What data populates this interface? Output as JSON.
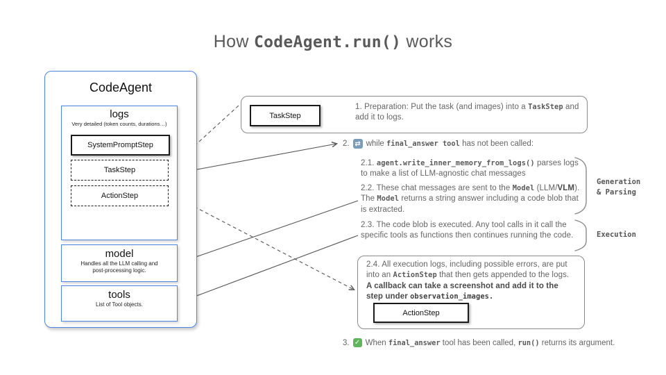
{
  "colors": {
    "accent_blue": "#4a86e8",
    "border_gray": "#8a8a8a",
    "text_gray": "#646464",
    "loop_icon_bg": "#7b9cb8",
    "check_icon_bg": "#5fb65a"
  },
  "title": {
    "prefix": "How ",
    "code": "CodeAgent.run()",
    "suffix": " works"
  },
  "agent": {
    "title": "CodeAgent",
    "logs": {
      "title": "logs",
      "subtitle": "Very detailed (token counts, durations…)",
      "steps": [
        {
          "label": "SystemPromptStep",
          "variant": "solid"
        },
        {
          "label": "TaskStep",
          "variant": "dashed"
        },
        {
          "label": "ActionStep",
          "variant": "dashed"
        }
      ]
    },
    "model": {
      "title": "model",
      "subtitle_line1": "Handles all the LLM calling and",
      "subtitle_line2": "post-processing logic."
    },
    "tools": {
      "title": "tools",
      "subtitle": "List of Tool objects."
    }
  },
  "flow": {
    "step1": {
      "box_label": "TaskStep",
      "rich": [
        {
          "t": "1.  Preparation: Put the task (and images) into a ",
          "s": "sans"
        },
        {
          "t": "TaskStep",
          "s": "mono"
        },
        {
          "t": " and add it to logs.",
          "s": "sans"
        }
      ]
    },
    "step2": {
      "num": "2.",
      "icon_glyph": "⇄",
      "rich": [
        {
          "t": "while ",
          "s": "sans"
        },
        {
          "t": "final_answer tool",
          "s": "mono"
        },
        {
          "t": " has not been called:",
          "s": "sans"
        }
      ]
    },
    "sub21": {
      "rich": [
        {
          "t": "2.1. ",
          "s": "sans"
        },
        {
          "t": "agent.write_inner_memory_from_logs()",
          "s": "mono"
        },
        {
          "t": " parses logs to make a list of LLM-agnostic chat messages",
          "s": "sans"
        }
      ]
    },
    "sub22": {
      "rich": [
        {
          "t": "2.2. These chat messages are sent to the ",
          "s": "sans"
        },
        {
          "t": "Model",
          "s": "mono"
        },
        {
          "t": " (LLM/",
          "s": "sans"
        },
        {
          "t": "VLM",
          "s": "sansb"
        },
        {
          "t": "). The ",
          "s": "sans"
        },
        {
          "t": "Model",
          "s": "mono"
        },
        {
          "t": " returns a string answer including a code blob that is extracted.",
          "s": "sans"
        }
      ]
    },
    "generation_label": {
      "line1": "Generation",
      "line2": "& Parsing"
    },
    "sub23": {
      "rich": [
        {
          "t": "2.3. The code blob is executed. Any tool calls in it call the specific tools as functions then continues running the code.",
          "s": "sans"
        }
      ]
    },
    "execution_label": "Execution",
    "sub24": {
      "box_label": "ActionStep",
      "rich": [
        {
          "t": "2.4. All execution logs, including possible errors, are put into an ",
          "s": "sans"
        },
        {
          "t": "ActionStep",
          "s": "mono"
        },
        {
          "t": " that then gets appended to the logs. ",
          "s": "sans"
        },
        {
          "t": "A callback can take a screenshot and add it to the step under ",
          "s": "sansb"
        },
        {
          "t": "observation_images.",
          "s": "monob"
        }
      ]
    },
    "step3": {
      "num": "3.",
      "icon_glyph": "✓",
      "rich": [
        {
          "t": "When ",
          "s": "sans"
        },
        {
          "t": "final_answer",
          "s": "mono"
        },
        {
          "t": " tool has been called, ",
          "s": "sans"
        },
        {
          "t": "run()",
          "s": "mono"
        },
        {
          "t": " returns its argument.",
          "s": "sans"
        }
      ]
    }
  }
}
